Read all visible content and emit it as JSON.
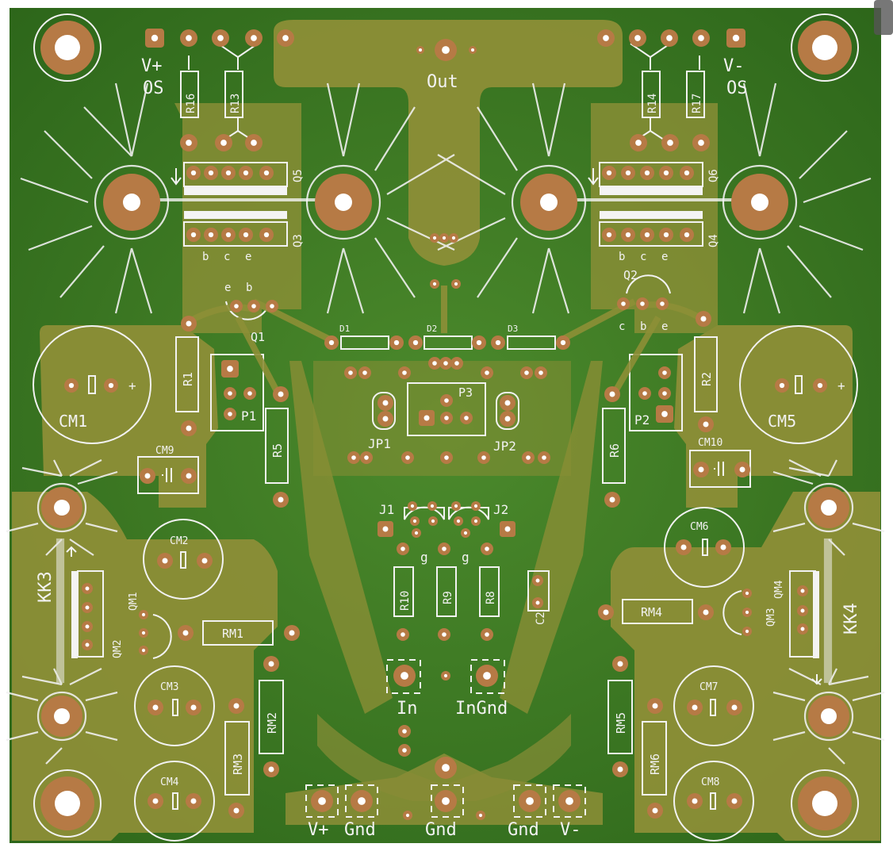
{
  "board": {
    "colors": {
      "background": "#ffffff",
      "substrate": "#2f6a1c",
      "substrate_light": "#4a8a2a",
      "copper_fill": "#8d8f37",
      "copper_fill_light": "#9d9a45",
      "pad": "#b67a45",
      "drill": "#ffffff",
      "silkscreen": "#f2f2f2"
    },
    "labels": {
      "vplus_os": [
        "V+",
        "OS"
      ],
      "vminus_os": [
        "V-",
        "OS"
      ],
      "out": "Out",
      "in": "In",
      "in_gnd": "InGnd",
      "bottom_terminals": [
        "V+",
        "Gnd",
        "Gnd",
        "Gnd",
        "V-"
      ],
      "kk3": "KK3",
      "kk4": "KK4"
    },
    "components": {
      "resistors": [
        "R16",
        "R13",
        "R14",
        "R17",
        "R1",
        "R5",
        "R2",
        "R6",
        "R10",
        "R9",
        "R8",
        "RM1",
        "RM2",
        "RM3",
        "RM4",
        "RM5",
        "RM6"
      ],
      "transistors": [
        "Q5",
        "Q3",
        "Q6",
        "Q4",
        "Q1",
        "Q2",
        "QM1",
        "QM2",
        "QM3",
        "QM4"
      ],
      "diodes": [
        "D1",
        "D2",
        "D3"
      ],
      "pots": [
        "P1",
        "P2",
        "P3"
      ],
      "jumpers": [
        "JP1",
        "JP2",
        "J1",
        "J2"
      ],
      "caps": [
        "CM1",
        "CM5",
        "CM9",
        "CM10",
        "CM2",
        "CM6",
        "CM3",
        "CM7",
        "CM4",
        "CM8",
        "C2"
      ],
      "pin_letters": [
        "e",
        "b",
        "c",
        "b",
        "c",
        "e",
        "c",
        "b",
        "e",
        "g",
        "g"
      ]
    }
  }
}
